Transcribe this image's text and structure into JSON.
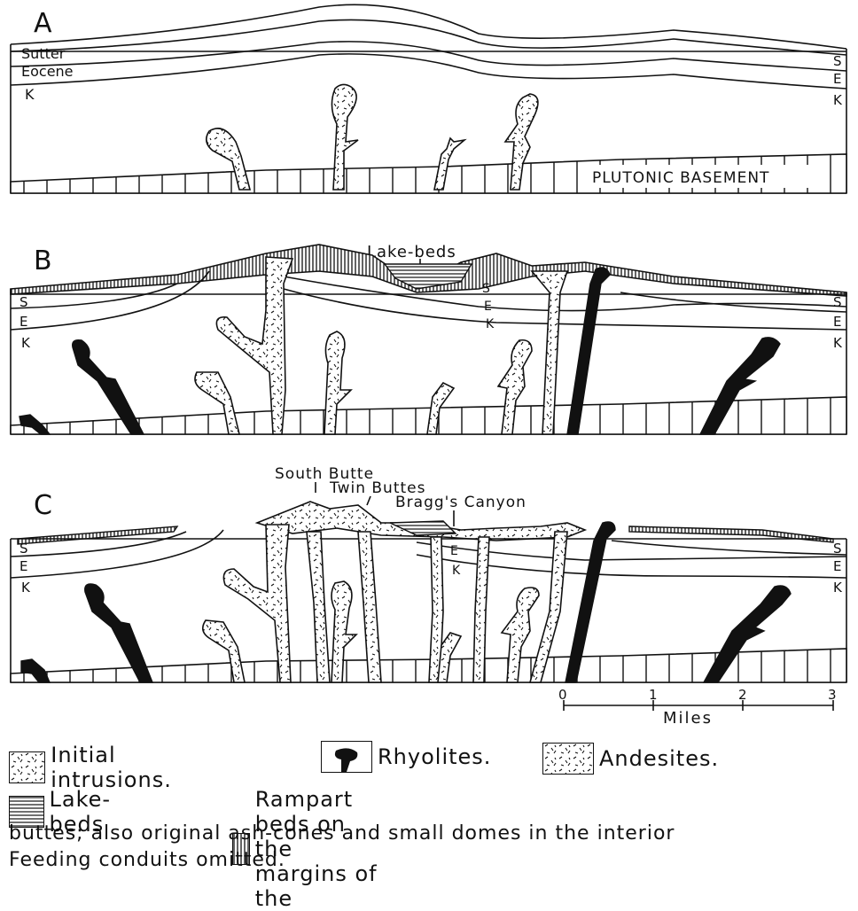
{
  "panels": {
    "a": {
      "letter": "A",
      "left_labels": [
        "Sutter",
        "Eocene",
        "K"
      ],
      "right_labels": [
        "S",
        "E",
        "K"
      ],
      "basement_label": "PLUTONIC BASEMENT"
    },
    "b": {
      "letter": "B",
      "lake_beds_label": "Lake-beds",
      "left_labels": [
        "S",
        "E",
        "K"
      ],
      "mid_labels": [
        "S",
        "E",
        "K"
      ],
      "right_labels": [
        "S",
        "E",
        "K"
      ]
    },
    "c": {
      "letter": "C",
      "south_butte_label": "South Butte",
      "twin_buttes_label": "Twin Buttes",
      "braggs_canyon_label": "Bragg's Canyon",
      "left_labels": [
        "S",
        "E",
        "K"
      ],
      "mid_labels": [
        "E",
        "K"
      ],
      "right_labels": [
        "S",
        "E",
        "K"
      ]
    }
  },
  "scale": {
    "ticks": [
      "0",
      "1",
      "2",
      "3"
    ],
    "unit": "Miles"
  },
  "legend": {
    "initial_intrusions": "Initial intrusions.",
    "rhyolites": "Rhyolites.",
    "andesites": "Andesites.",
    "lake_beds": "Lake-beds",
    "rampart_beds": "Rampart beds on the margins of the",
    "rampart_beds_cont": "buttes; also original ash-cones and small domes in the interior",
    "feeding_note": "Feeding conduits omitted."
  }
}
